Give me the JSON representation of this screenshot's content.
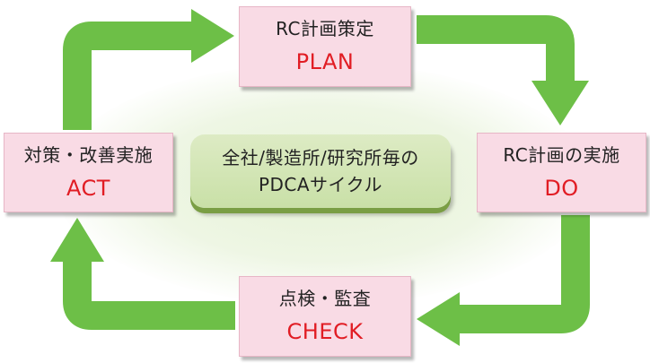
{
  "steps": {
    "plan": {
      "ja": "RC計画策定",
      "en": "PLAN"
    },
    "do": {
      "ja": "RC計画の実施",
      "en": "DO"
    },
    "check": {
      "ja": "点検・監査",
      "en": "CHECK"
    },
    "act": {
      "ja": "対策・改善実施",
      "en": "ACT"
    }
  },
  "center": {
    "line1": "全社/製造所/研究所毎の",
    "line2": "PDCAサイクル"
  },
  "colors": {
    "arrow": "#6dbf47",
    "box_fill": "#f9dbe5",
    "label_en": "#e11d24",
    "center_fill": "#d4e7b5"
  }
}
